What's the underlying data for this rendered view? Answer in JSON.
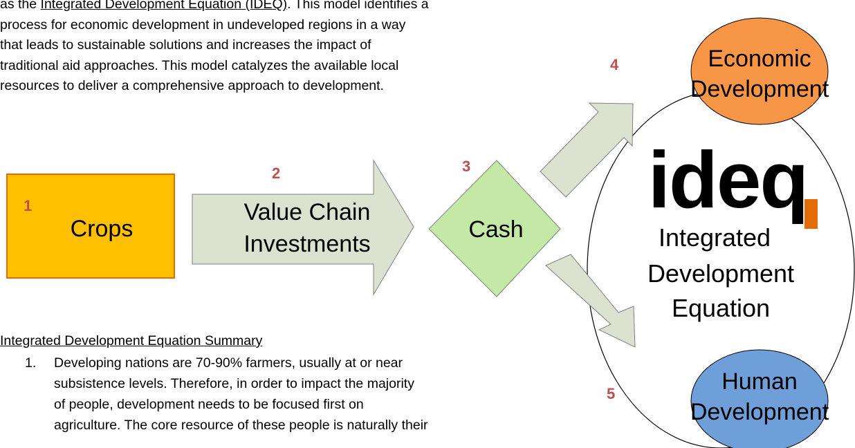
{
  "intro": {
    "line1_pre": "as the ",
    "line1_link": "Integrated Development Equation (IDEQ)",
    "line1_post": ".  This model identifies a",
    "line2": "process for economic development in undeveloped regions in a way",
    "line3": "that leads to sustainable solutions and increases the impact of",
    "line4": "traditional aid approaches. This model catalyzes the available local",
    "line5": "resources to deliver a comprehensive approach to development."
  },
  "diagram": {
    "crops": {
      "number": "1",
      "label": "Crops"
    },
    "value_chain": {
      "number": "2",
      "label_line1": "Value Chain",
      "label_line2": "Investments"
    },
    "cash": {
      "number": "3",
      "label": "Cash"
    },
    "economic": {
      "number": "4",
      "label_line1": "Economic",
      "label_line2": "Development"
    },
    "human": {
      "number": "5",
      "label_line1": "Human",
      "label_line2": "Development"
    },
    "logo": {
      "text": "ideq",
      "caption_line1": "Integrated",
      "caption_line2": "Development",
      "caption_line3": "Equation"
    },
    "colors": {
      "crops_fill": "#FFC000",
      "crops_border": "#E36C09",
      "arrow_fill": "#DCE2D0",
      "arrow_border": "#7F7F7F",
      "number": "#C0504D",
      "economic_fill": "#F79646",
      "human_fill": "#6F9FD8",
      "diamond_fill": "#C4E8A6",
      "logo_accent": "#E36C09"
    }
  },
  "summary": {
    "title": "Integrated Development Equation Summary",
    "items": [
      {
        "number": "1.",
        "lines": [
          "Developing nations are 70-90% farmers, usually at or near",
          "subsistence levels. Therefore, in order to impact the majority",
          "of people, development needs to be focused first on",
          "agriculture. The core resource of these people is naturally their"
        ]
      }
    ]
  }
}
